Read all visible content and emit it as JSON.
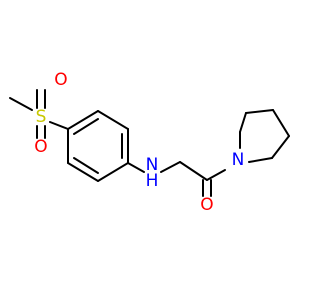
{
  "molecule": {
    "atoms": {
      "sulfur": {
        "symbol": "S",
        "color": "#C8C800"
      },
      "sulfonyl_oxygen_top": {
        "symbol": "O",
        "color": "#FF0000"
      },
      "sulfonyl_oxygen_bottom": {
        "symbol": "O",
        "color": "#FF0000"
      },
      "amine_nitrogen": {
        "symbol": "N",
        "color": "#0000FF"
      },
      "amine_hydrogen": {
        "symbol": "H",
        "color": "#0000FF"
      },
      "carbonyl_oxygen": {
        "symbol": "O",
        "color": "#FF0000"
      },
      "pyrrolidine_nitrogen": {
        "symbol": "N",
        "color": "#0000FF"
      }
    },
    "bond_color": "#000000"
  }
}
